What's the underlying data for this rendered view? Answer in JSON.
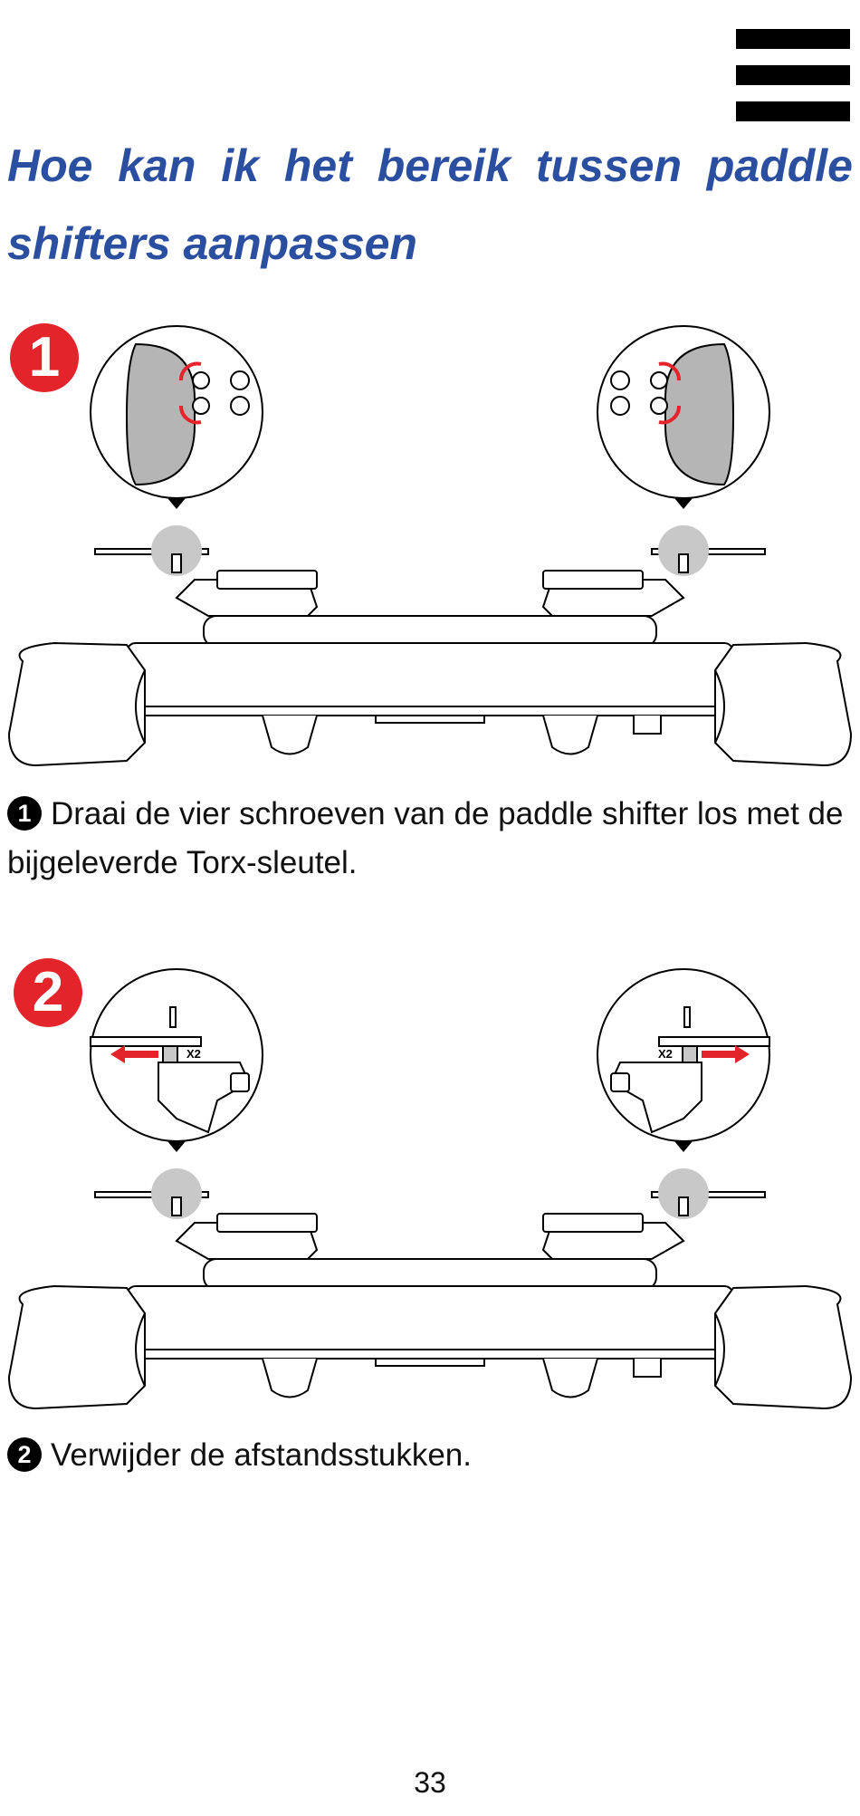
{
  "title": "Hoe kan ik het bereik tussen paddle shifters aanpassen",
  "steps": [
    {
      "badge": "1",
      "bullet": "1",
      "text": "Draai de vier schroeven van de paddle shifter los met de bijgeleverde Torx-sleutel."
    },
    {
      "badge": "2",
      "bullet": "2",
      "text": "Verwijder de afstandsstukken.",
      "callout_label": "X2"
    }
  ],
  "page_number": "33",
  "colors": {
    "title": "#2a4fa0",
    "badge": "#e3242b",
    "arrow": "#e3242b",
    "hub": "#c8c8c8",
    "paddle": "#b5b5b5"
  },
  "icons": {
    "menu": "hamburger-menu-icon"
  }
}
